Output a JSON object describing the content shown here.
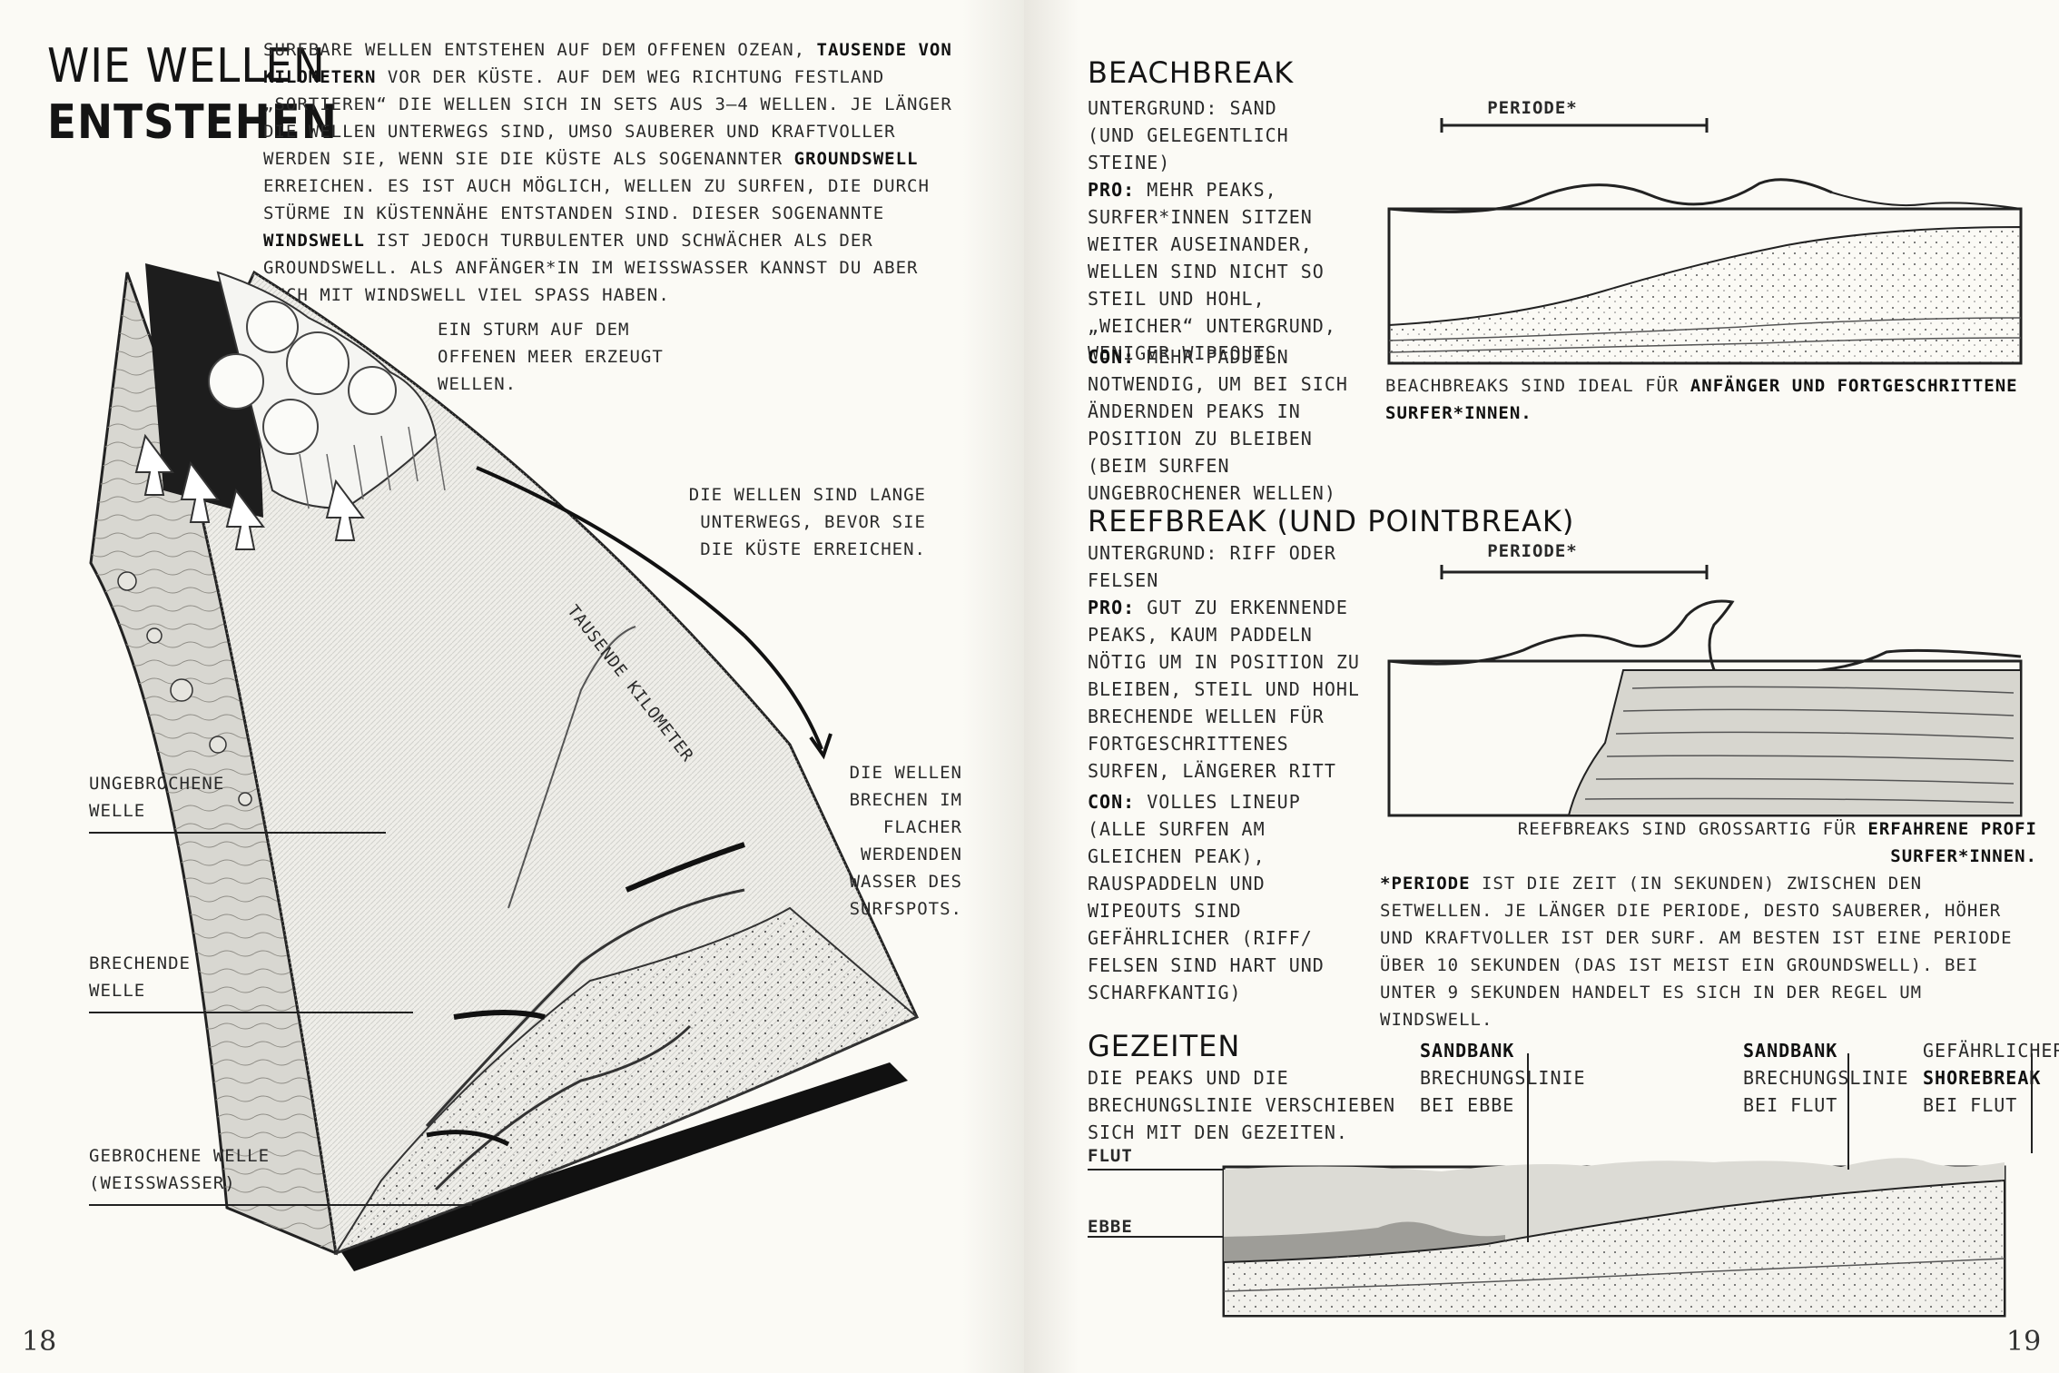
{
  "left_page": {
    "title_line1": "Wie Wellen",
    "title_line2": "entstehen",
    "intro_part1": "Surfbare Wellen entstehen auf dem offenen Ozean, ",
    "intro_bold1": "Tausende von Kilometern",
    "intro_part2": " vor der Küste. Auf dem Weg Richtung Festland „sortieren“ die Wellen sich in Sets aus 3–4 Wellen. Je länger die Wellen unterwegs sind, umso sauberer und kraftvoller werden sie, wenn sie die Küste als sogenannter ",
    "intro_bold2": "Groundswell",
    "intro_part3": " erreichen. Es ist auch möglich, Wellen zu surfen, die durch Stürme in Küstennähe entstanden sind. Dieser sogenannte ",
    "intro_bold3": "Windswell",
    "intro_part4": " ist jedoch turbulenter und schwächer als der Groundswell. Als Anfänger*in im Weisswasser kannst du aber auch mit Windswell viel Spass haben.",
    "storm_label": "Ein Sturm auf dem offenen Meer erzeugt Wellen.",
    "travel_label": "Die Wellen sind lange unterwegs, bevor sie die Küste erreichen.",
    "distance_label": "Tausende Kilometer",
    "break_label": "Die Wellen brechen im flacher werdenden Wasser des Surfspots.",
    "unbroken_label": "Ungebrochene Welle",
    "breaking_label": "Brechende Welle",
    "broken_label": "Gebrochene Welle (Weisswasser)",
    "page_number": "18"
  },
  "right_page": {
    "beachbreak": {
      "title": "Beachbreak",
      "ground": "Untergrund: Sand (und gelegentlich Steine)",
      "pro_key": "Pro:",
      "pro_text": " Mehr Peaks, Surfer*innen sitzen weiter auseinander, Wellen sind nicht so steil und hohl, „weicher“ Untergrund, weniger Wipeouts",
      "con_key": "Con:",
      "con_text": " Mehr Paddeln notwendig, um bei sich ändernden Peaks in Position zu bleiben (beim Surfen ungebrochener Wellen)",
      "period_label": "Periode*",
      "caption_plain": "Beachbreaks sind ideal für ",
      "caption_bold": "Anfänger und Fortgeschrittene Surfer*innen."
    },
    "reefbreak": {
      "title": "Reefbreak (und Pointbreak)",
      "ground": "Untergrund: Riff oder Felsen",
      "pro_key": "Pro:",
      "pro_text": " Gut zu erkennende Peaks, kaum Paddeln nötig um in Position zu bleiben, steil und hohl brechende Wellen für fortgeschrittenes Surfen, längerer Ritt",
      "con_key": "Con:",
      "con_text": " Volles Lineup (alle surfen am gleichen Peak), Rauspaddeln und Wipeouts sind gefährlicher (Riff/ Felsen sind hart und scharfkantig)",
      "period_label": "Periode*",
      "caption_plain": "Reefbreaks sind grossartig für ",
      "caption_bold": "erfahrene Profi Surfer*innen."
    },
    "period_note_key": "*Periode",
    "period_note_text": " ist die Zeit (in Sekunden) zwischen den Setwellen. Je länger die Periode, desto sauberer, höher und kraftvoller ist der Surf. Am besten ist eine Periode über 10 Sekunden (das ist meist ein Groundswell). Bei unter 9 Sekunden handelt es sich in der Regel um Windswell.",
    "tides": {
      "title": "Gezeiten",
      "subtitle": "Die Peaks und die Brechungslinie verschieben sich mit den Gezeiten.",
      "col1_bold": "Sandbank",
      "col1_text": "Brechungslinie bei Ebbe",
      "col2_bold": "Sandbank",
      "col2_text": "Brechungslinie bei Flut",
      "col3_pre": "gefährlicher",
      "col3_bold": "Shorebreak",
      "col3_text": "bei Flut",
      "flut_label": "Flut",
      "ebbe_label": "Ebbe"
    },
    "page_number": "19"
  }
}
